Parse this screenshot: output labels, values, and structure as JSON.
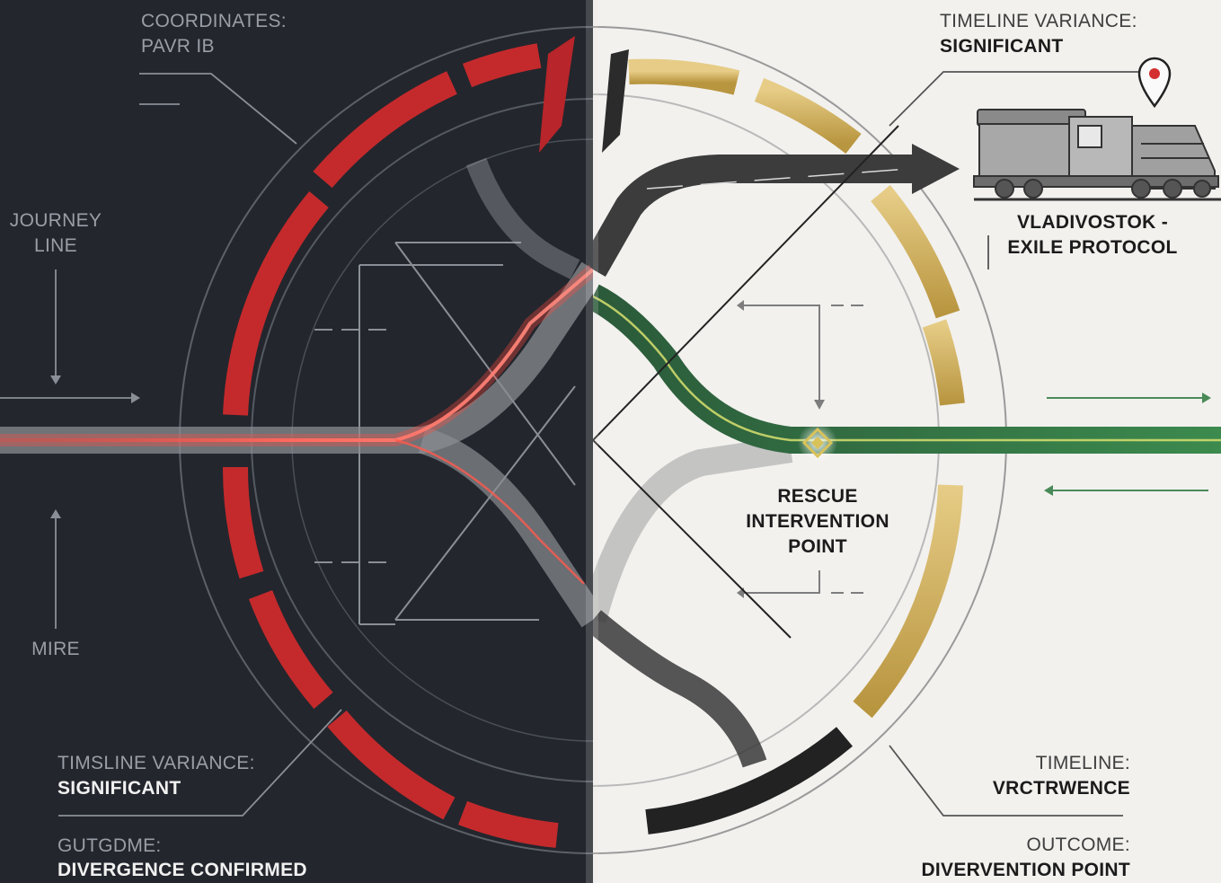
{
  "labels": {
    "coordinates": "COORDINATES:",
    "coordinates_value": "PAVR IB",
    "journey_line": [
      "JOURNEY",
      "LINE"
    ],
    "mire": "MIRE",
    "left_variance_title": "TIMSLINE VARIANCE:",
    "left_variance_value": "SIGNIFICANT",
    "left_outcome_title": "GUTGDME:",
    "left_outcome_value": "DIVERGENCE CONFIRMED",
    "right_variance_title": "TIMELINE VARIANCE:",
    "right_variance_value": "SIGNIFICANT",
    "destination": [
      "VLADIVOSTOK -",
      "EXILE PROTOCOL"
    ],
    "rescue": [
      "RESCUE",
      "INTERVENTION",
      "POINT"
    ],
    "right_timeline_title": "TIMELINE:",
    "right_timeline_value": "VRCTRWENCE",
    "right_outcome_title": "OUTCOME:",
    "right_outcome_value": "DIVERVENTION POINT"
  },
  "icons": [
    "location-pin-icon",
    "train-icon",
    "diamond-node-icon"
  ],
  "colors": {
    "left_bg": "#23262d",
    "right_bg": "#f2f1ee",
    "red_ring": "#c42a2c",
    "gold_ring": "#d4b46a",
    "green_path": "#2f6b3f",
    "red_path_glow": "#ff5a4e",
    "node_gold": "#d9c25a"
  }
}
